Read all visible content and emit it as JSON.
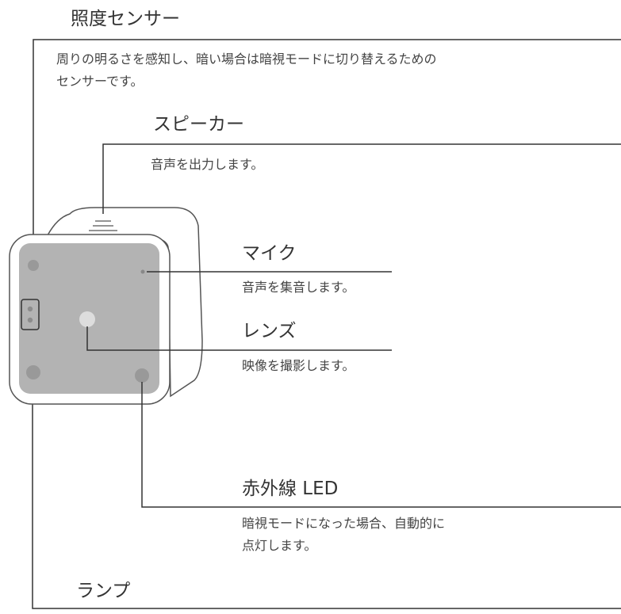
{
  "sensor": {
    "title": "照度センサー",
    "desc": "周りの明るさを感知し、暗い場合は暗視モードに切り替えるための\nセンサーです。",
    "desc_line1": "周りの明るさを感知し、暗い場合は暗視モードに切り替えるための",
    "desc_line2": "センサーです。"
  },
  "speaker": {
    "title": "スピーカー",
    "desc": "音声を出力します。"
  },
  "mic": {
    "title": "マイク",
    "desc": "音声を集音します。"
  },
  "lens": {
    "title": "レンズ",
    "desc": "映像を撮影します。"
  },
  "ir_led": {
    "title": "赤外線 LED",
    "desc_line1": "暗視モードになった場合、自動的に",
    "desc_line2": "点灯します。"
  },
  "lamp": {
    "title": "ランプ"
  },
  "colors": {
    "line": "#333333",
    "device_outline": "#555555",
    "device_face": "#b3b3b3",
    "device_dot": "#999999",
    "lens_dot": "#dddddd"
  }
}
